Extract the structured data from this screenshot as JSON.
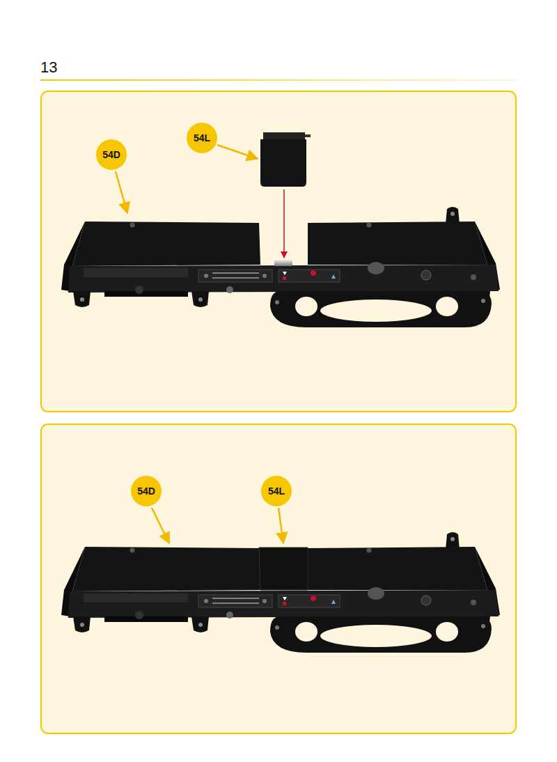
{
  "diagram": {
    "nodes": [
      {
        "text": [
          "54D"
        ]
      },
      {
        "text": [
          "54L"
        ]
      },
      {
        "text": [
          "54D"
        ]
      },
      {
        "text": [
          "54L"
        ]
      }
    ],
    "labels": [
      "13"
    ]
  }
}
